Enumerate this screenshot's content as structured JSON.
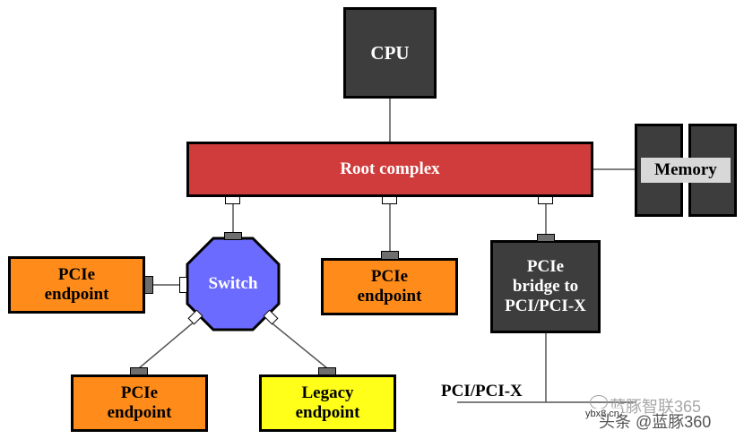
{
  "nodes": {
    "cpu": "CPU",
    "root_complex": "Root complex",
    "memory": "Memory",
    "switch": "Switch",
    "pcie_endpoint_left": [
      "PCIe",
      "endpoint"
    ],
    "pcie_endpoint_center": [
      "PCIe",
      "endpoint"
    ],
    "pcie_endpoint_bottom": [
      "PCIe",
      "endpoint"
    ],
    "legacy_endpoint": [
      "Legacy",
      "endpoint"
    ],
    "bridge": [
      "PCIe",
      "bridge to",
      "PCI/PCI-X"
    ]
  },
  "bus_label": "PCI/PCI-X",
  "watermark": {
    "line1": "蓝豚智联365",
    "line2": "头条 @蓝豚360",
    "url": "ybx8.cn"
  },
  "colors": {
    "dark_box": "#3d3d3d",
    "root_complex": "#d03c3c",
    "endpoint": "#ff8c1a",
    "legacy": "#ffff1a",
    "switch": "#6b6bff"
  }
}
